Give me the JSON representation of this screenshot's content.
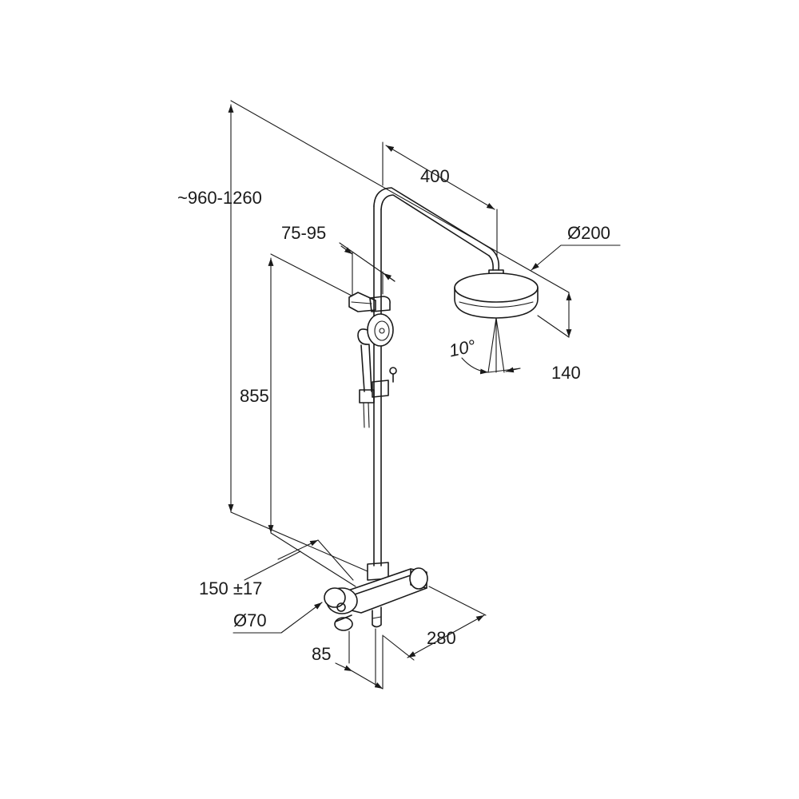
{
  "diagram": {
    "labels": {
      "total_height": "~960-1260",
      "arm_length": "400",
      "slider_range": "75-95",
      "head_diameter": "Ø200",
      "rail_height": "855",
      "head_height": "140",
      "spray_angle": "10°",
      "centers": "150 ±17",
      "knob_diameter": "Ø70",
      "body_width": "280",
      "projection": "85"
    }
  }
}
